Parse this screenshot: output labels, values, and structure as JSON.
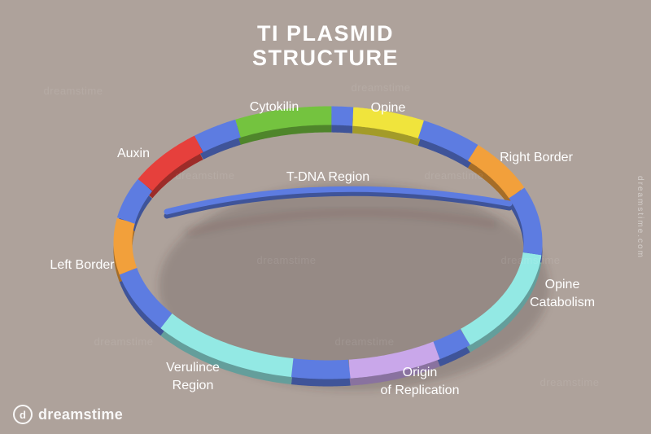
{
  "title": {
    "line1": "TI PLASMID",
    "line2": "STRUCTURE"
  },
  "diagram": {
    "type": "circular-plasmid-map",
    "subject": "Ti Plasmid Structure",
    "ring_color": "#5d7ce1",
    "labels": {
      "cytokilin": "Cytokilin",
      "opine": "Opine",
      "right_border": "Right Border",
      "auxin": "Auxin",
      "t_dna_region": "T-DNA Region",
      "left_border": "Left Border",
      "opine_catabolism": "Opine\nCatabolism",
      "origin_of_replication": "Origin\nof Replication",
      "verulince_region": "Verulince\nRegion"
    },
    "segments": [
      {
        "name": "Opine Catabolism",
        "color": "#93e9e4",
        "start_deg": 5,
        "end_deg": 48
      },
      {
        "name": "Backbone",
        "color": "#5d7ce1",
        "start_deg": 48,
        "end_deg": 58
      },
      {
        "name": "Origin of Replication",
        "color": "#c9a7ea",
        "start_deg": 58,
        "end_deg": 84
      },
      {
        "name": "Backbone",
        "color": "#5d7ce1",
        "start_deg": 84,
        "end_deg": 100
      },
      {
        "name": "Verulince Region",
        "color": "#93e9e4",
        "start_deg": 100,
        "end_deg": 142
      },
      {
        "name": "Backbone",
        "color": "#5d7ce1",
        "start_deg": 142,
        "end_deg": 167
      },
      {
        "name": "Left Border",
        "color": "#f2a03b",
        "start_deg": 167,
        "end_deg": 190
      },
      {
        "name": "Backbone",
        "color": "#5d7ce1",
        "start_deg": 190,
        "end_deg": 207
      },
      {
        "name": "Auxin",
        "color": "#e6403c",
        "start_deg": 207,
        "end_deg": 231
      },
      {
        "name": "Backbone",
        "color": "#5d7ce1",
        "start_deg": 231,
        "end_deg": 244
      },
      {
        "name": "Cytokilin",
        "color": "#74c33f",
        "start_deg": 244,
        "end_deg": 271
      },
      {
        "name": "Backbone",
        "color": "#5d7ce1",
        "start_deg": 271,
        "end_deg": 277
      },
      {
        "name": "Opine",
        "color": "#f0e43c",
        "start_deg": 277,
        "end_deg": 297
      },
      {
        "name": "Backbone",
        "color": "#5d7ce1",
        "start_deg": 297,
        "end_deg": 315
      },
      {
        "name": "Right Border",
        "color": "#f2a03b",
        "start_deg": 315,
        "end_deg": 337
      },
      {
        "name": "Backbone",
        "color": "#5d7ce1",
        "start_deg": 337,
        "end_deg": 365
      }
    ]
  },
  "watermark": {
    "tile": "dreamstime",
    "brand": "dreamstime",
    "logo_letter": "d",
    "site": "dreamstime.com"
  }
}
